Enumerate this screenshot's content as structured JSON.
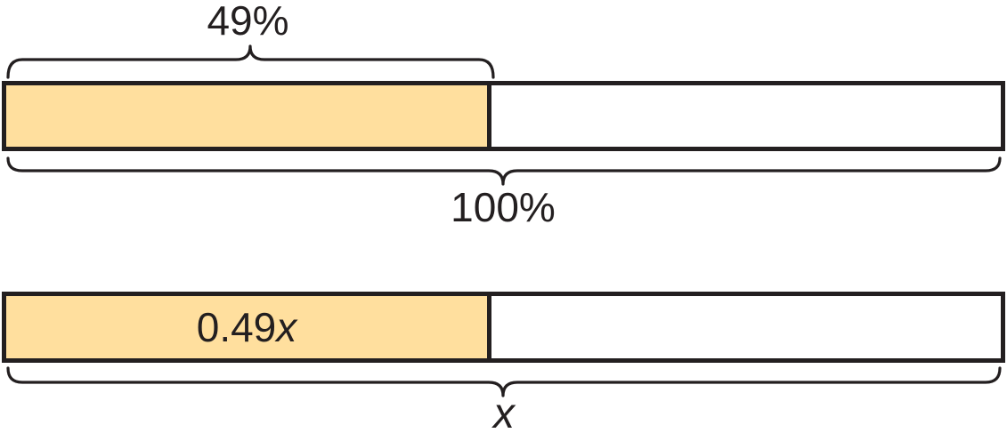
{
  "diagram": {
    "type": "percent-tape-diagram",
    "shaded_fraction": 0.49,
    "top_diagram": {
      "part_label": "49%",
      "whole_label": "100%"
    },
    "bottom_diagram": {
      "part_label_coefficient": "0.49",
      "part_label_variable": "x",
      "whole_label": "x"
    }
  },
  "colors": {
    "shaded_fill": "#FFDF9E",
    "line": "#231F20",
    "background": "#FFFFFF"
  }
}
